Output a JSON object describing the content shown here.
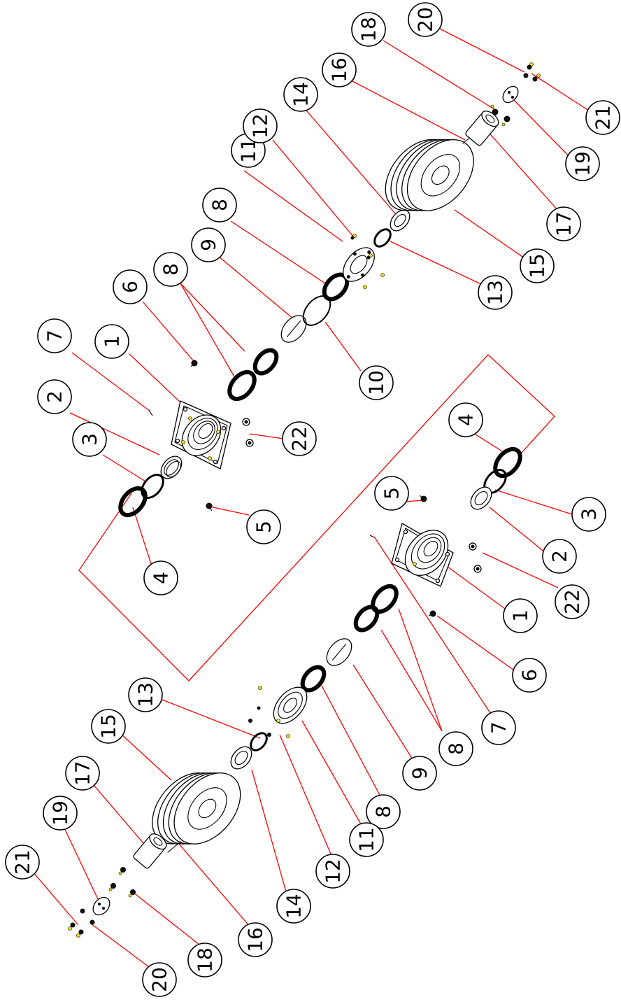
{
  "diagram": {
    "colors": {
      "leader_line": "#ff0000",
      "outline": "#000000",
      "fastener_highlight": "#f2e600",
      "background": "#ffffff"
    },
    "callouts_upper_assembly": [
      "1",
      "2",
      "3",
      "4",
      "5",
      "6",
      "7",
      "8",
      "8",
      "9",
      "10",
      "11",
      "12",
      "13",
      "14",
      "15",
      "16",
      "17",
      "18",
      "19",
      "20",
      "21",
      "22"
    ],
    "callouts_lower_assembly": [
      "1",
      "2",
      "3",
      "4",
      "5",
      "6",
      "7",
      "8",
      "9",
      "11",
      "12",
      "13",
      "14",
      "15",
      "16",
      "17",
      "18",
      "19",
      "20",
      "21",
      "22"
    ]
  }
}
